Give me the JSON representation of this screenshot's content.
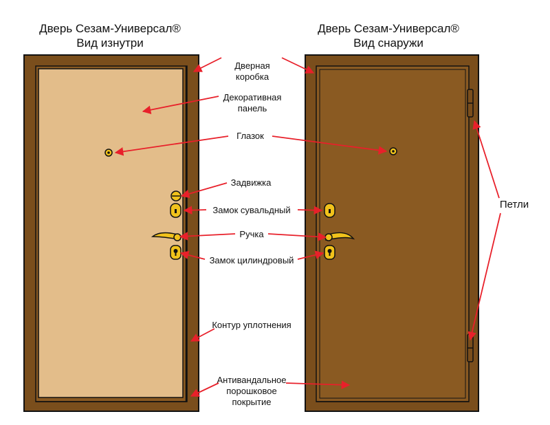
{
  "titles": {
    "inside_line1": "Дверь Сезам-Универсал®",
    "inside_line2": "Вид изнутри",
    "outside_line1": "Дверь Сезам-Универсал®",
    "outside_line2": "Вид снаружи"
  },
  "labels": {
    "door_frame_1": "Дверная",
    "door_frame_2": "коробка",
    "panel_1": "Декоративная",
    "panel_2": "панель",
    "peephole": "Глазок",
    "latch": "Задвижка",
    "lever_lock": "Замок сувальдный",
    "handle": "Ручка",
    "cylinder_lock": "Замок цилиндровый",
    "seal": "Контур уплотнения",
    "coating_1": "Антивандальное",
    "coating_2": "порошковое",
    "coating_3": "покрытие",
    "hinges": "Петли"
  },
  "colors": {
    "frame": "#7a4e1c",
    "panel_inside": "#e3bd8a",
    "panel_outside": "#8a5a22",
    "arrow": "#e8202a",
    "brass": "#f1c21b",
    "outline": "#111111"
  }
}
